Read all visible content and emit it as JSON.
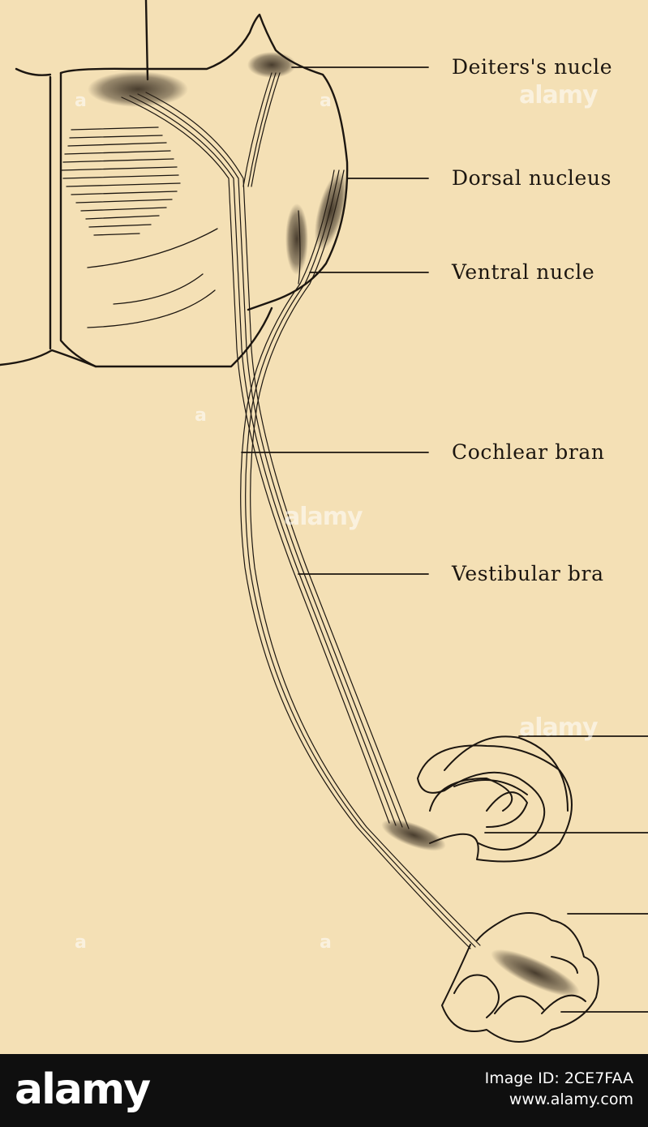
{
  "labels": {
    "deiters": "Deiters's nucle",
    "dorsal": "Dorsal nucleus",
    "ventral": "Ventral nucle",
    "cochlear": "Cochlear bran",
    "vestibular": "Vestibular bra"
  },
  "watermark": {
    "text": "alamy",
    "mark": "a"
  },
  "footer": {
    "brand": "alamy",
    "image_id": "Image ID: 2CE7FAA",
    "url": "www.alamy.com"
  },
  "colors": {
    "paper": "#f4e0b5",
    "ink": "#1c1610",
    "footer_bg": "#0f0f0f"
  }
}
